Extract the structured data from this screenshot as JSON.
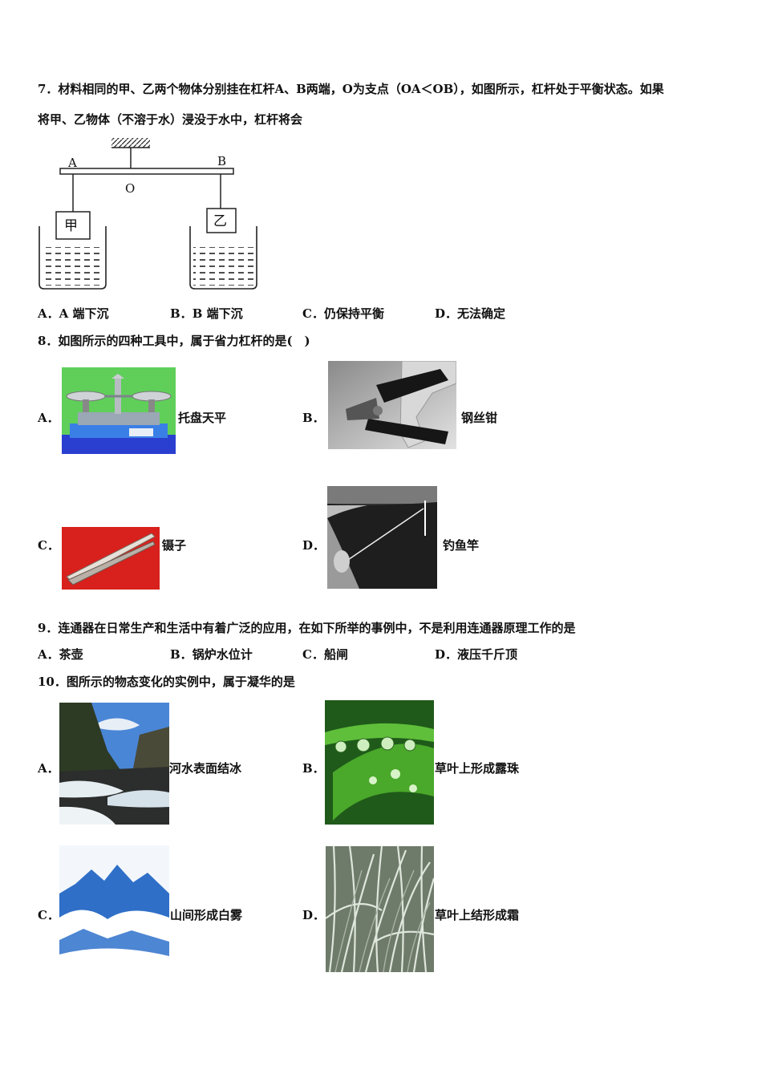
{
  "q7": {
    "line1": "7．材料相同的甲、乙两个物体分别挂在杠杆A、B两端，O为支点（OA＜OB），如图所示，杠杆处于平衡状态。如果",
    "line2": "将甲、乙物体（不溶于水）浸没于水中，杠杆将会",
    "figure": {
      "label_a": "A",
      "label_b": "B",
      "label_o": "O",
      "block_left": "甲",
      "block_right": "乙"
    },
    "options": [
      {
        "letter": "A．",
        "text": "A 端下沉"
      },
      {
        "letter": "B．",
        "text": "B 端下沉"
      },
      {
        "letter": "C．",
        "text": "仍保持平衡"
      },
      {
        "letter": "D．",
        "text": "无法确定"
      }
    ]
  },
  "q8": {
    "stem": "8．如图所示的四种工具中，属于省力杠杆的是(　)",
    "options": [
      {
        "letter": "A．",
        "caption": "托盘天平"
      },
      {
        "letter": "B．",
        "caption": "钢丝钳"
      },
      {
        "letter": "C．",
        "caption": "镊子"
      },
      {
        "letter": "D．",
        "caption": "钓鱼竿"
      }
    ]
  },
  "q9": {
    "stem": "9．连通器在日常生产和生活中有着广泛的应用，在如下所举的事例中，不是利用连通器原理工作的是",
    "options": [
      {
        "letter": "A．",
        "text": "茶壶"
      },
      {
        "letter": "B．",
        "text": "锅炉水位计"
      },
      {
        "letter": "C．",
        "text": "船闸"
      },
      {
        "letter": "D．",
        "text": "液压千斤顶"
      }
    ]
  },
  "q10": {
    "stem": "10．图所示的物态变化的实例中，属于凝华的是",
    "options": [
      {
        "letter": "A．",
        "caption": "河水表面结冰"
      },
      {
        "letter": "B．",
        "caption": "草叶上形成露珠"
      },
      {
        "letter": "C．",
        "caption": "山间形成白雾"
      },
      {
        "letter": "D．",
        "caption": "草叶上结形成霜"
      }
    ]
  }
}
